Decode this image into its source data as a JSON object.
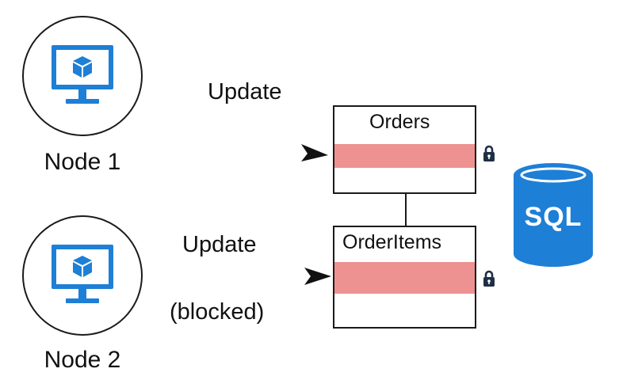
{
  "nodes": [
    {
      "label": "Node 1",
      "icon": "monitor-cube-icon"
    },
    {
      "label": "Node 2",
      "icon": "monitor-cube-icon"
    }
  ],
  "updates": [
    {
      "label": "Update"
    },
    {
      "label": "Update",
      "status": "(blocked)"
    }
  ],
  "tables": [
    {
      "name": "Orders",
      "lock_icon": "lock-icon"
    },
    {
      "name": "OrderItems",
      "lock_icon": "lock-icon"
    }
  ],
  "database": {
    "label": "SQL",
    "icon": "database-cylinder-icon"
  },
  "colors": {
    "azure_blue": "#1e7fd6",
    "row_highlight": "#ee9191",
    "lock": "#1f2f46",
    "outline": "#1a1a1a"
  }
}
